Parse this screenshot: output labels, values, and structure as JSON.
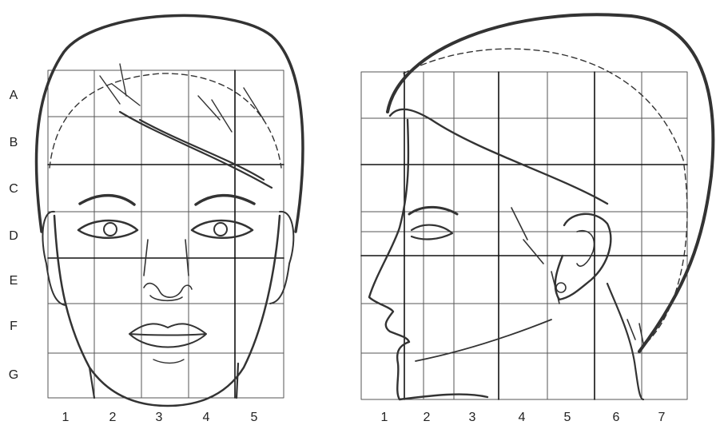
{
  "row_labels": [
    "A",
    "B",
    "C",
    "D",
    "E",
    "F",
    "G"
  ],
  "front_column_labels": [
    "1",
    "2",
    "3",
    "4",
    "5"
  ],
  "profile_column_labels": [
    "1",
    "2",
    "3",
    "4",
    "5",
    "6",
    "7"
  ],
  "colors": {
    "ink": "#333333",
    "grid": "#444444",
    "paper": "#ffffff"
  }
}
